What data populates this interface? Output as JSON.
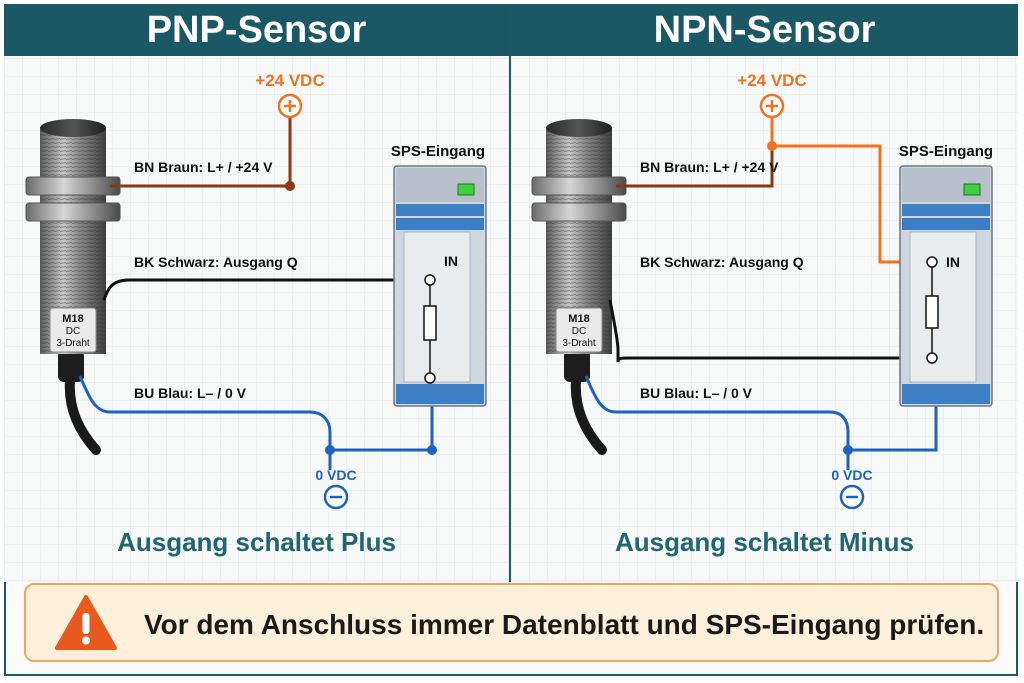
{
  "pnp": {
    "title": "PNP-Sensor",
    "supply_plus": "+24 VDC",
    "supply_minus": "0 VDC",
    "plc_label": "SPS-Eingang",
    "plc_input": "IN",
    "wire_bn": "BN Braun: L+ / +24 V",
    "wire_bk": "BK Schwarz: Ausgang Q",
    "wire_bu": "BU Blau: L– / 0 V",
    "sensor_label": [
      "M18",
      "DC",
      "3-Draht"
    ],
    "caption": "Ausgang schaltet Plus"
  },
  "npn": {
    "title": "NPN-Sensor",
    "supply_plus": "+24 VDC",
    "supply_minus": "0 VDC",
    "plc_label": "SPS-Eingang",
    "plc_input": "IN",
    "wire_bn": "BN Braun: L+ / +24 V",
    "wire_bk": "BK Schwarz: Ausgang Q",
    "wire_bu": "BU Blau: L– / 0 V",
    "sensor_label": [
      "M18",
      "DC",
      "3-Draht"
    ],
    "caption": "Ausgang schaltet Minus"
  },
  "warning": {
    "icon": "warning-triangle-icon",
    "text": "Vor dem Anschluss immer Datenblatt und SPS-Eingang prüfen."
  },
  "colors": {
    "header": "#1b5866",
    "brown_wire": "#8a3a12",
    "orange_wire": "#ee7322",
    "black_wire": "#111111",
    "blue_wire": "#1e62c0",
    "plus_symbol": "#ee7322",
    "minus_symbol": "#1e62c0",
    "caption": "#1f6672",
    "warning_bg": "#fdf0da",
    "warning_icon": "#e9591f"
  }
}
